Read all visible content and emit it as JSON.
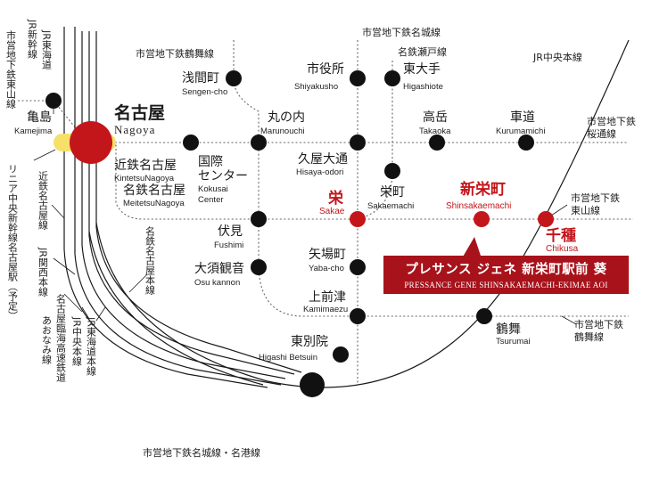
{
  "stations": {
    "kamejima": {
      "jp": "亀島",
      "en": "Kamejima"
    },
    "nagoya": {
      "jp": "名古屋",
      "en": "Nagoya"
    },
    "sengencho": {
      "jp": "浅間町",
      "en": "Sengen-cho"
    },
    "marunouchi": {
      "jp": "丸の内",
      "en": "Marunouchi"
    },
    "shiyakusho": {
      "jp": "市役所",
      "en": "Shiyakusho"
    },
    "higashiote": {
      "jp": "東大手",
      "en": "Higashiote"
    },
    "takaoka": {
      "jp": "高岳",
      "en": "Takaoka"
    },
    "kurumamichi": {
      "jp": "車道",
      "en": "Kurumamichi"
    },
    "kintetsu": {
      "jp": "近鉄名古屋",
      "en": "KintetsuNagoya"
    },
    "meitetsu": {
      "jp": "名鉄名古屋",
      "en": "MeitetsuNagoya"
    },
    "kokusai": {
      "jp1": "国際",
      "jp2": "センター",
      "en1": "Kokusai",
      "en2": "Center"
    },
    "hisayaodori": {
      "jp": "久屋大通",
      "en": "Hisaya-odori"
    },
    "sakae": {
      "jp": "栄",
      "en": "Sakae"
    },
    "sakaemachi": {
      "jp": "栄町",
      "en": "Sakaemachi"
    },
    "shinsakaemachi": {
      "jp": "新栄町",
      "en": "Shinsakaemachi"
    },
    "chikusa": {
      "jp": "千種",
      "en": "Chikusa"
    },
    "fushimi": {
      "jp": "伏見",
      "en": "Fushimi"
    },
    "yabacho": {
      "jp": "矢場町",
      "en": "Yaba-cho"
    },
    "osukannon": {
      "jp": "大須観音",
      "en": "Osu kannon"
    },
    "kamimaezu": {
      "jp": "上前津",
      "en": "Kamimaezu"
    },
    "tsurumai": {
      "jp": "鶴舞",
      "en": "Tsurumai"
    },
    "higashibetsuin": {
      "jp": "東別院",
      "en": "Higashi Betsuin"
    }
  },
  "lines": {
    "tsurumai_line": "市営地下鉄鶴舞線",
    "meijo_line_top": "市営地下鉄名城線",
    "meitetsu_seto": "名鉄瀬戸線",
    "jr_chuo_top": "JR中央本線",
    "sakuradori_1": "市営地下鉄",
    "sakuradori_2": "桜通線",
    "higashiyama_1": "市営地下鉄",
    "higashiyama_2": "東山線",
    "tsurumai_right_1": "市営地下鉄",
    "tsurumai_right_2": "鶴舞線",
    "meijo_meiko_bottom": "市営地下鉄名城線・名港線",
    "v_higashiyama": "市営地下鉄東山線",
    "v_shinkansen": "JR新幹線",
    "v_tokaido_top": "JR東海道",
    "v_linear": "リニア中央新幹線名古屋駅（予定）",
    "v_kintetsu": "近鉄名古屋線",
    "v_kansai": "JR関西本線",
    "v_meitetsu_honsen": "名鉄名古屋本線",
    "v_aonami_1": "名古屋臨海高速鉄道",
    "v_aonami_2": "あおなみ線",
    "v_jr_chuo": "JR中央本線",
    "v_jr_tokaido": "JR東海道本線"
  },
  "property": {
    "name_jp": "プレサンス ジェネ 新栄町駅前 葵",
    "name_en": "PRESSANCE GENE SHINSAKAEMACHI-EKIMAE AOI"
  },
  "colors": {
    "accent": "#c3161b",
    "property_bg": "#a8121a",
    "line": "#1a1a1a",
    "dotted": "#666666",
    "linear_yellow": "#f5e06a"
  }
}
